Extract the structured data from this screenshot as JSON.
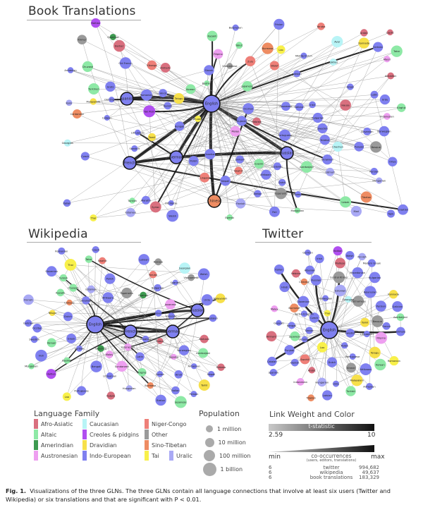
{
  "panels": {
    "book": {
      "title": "Book Translations"
    },
    "wiki": {
      "title": "Wikipedia"
    },
    "twitter": {
      "title": "Twitter"
    }
  },
  "legend": {
    "family_title": "Language Family",
    "families": [
      {
        "key": "AA",
        "label": "Afro-Asiatic",
        "color": "#d9707f"
      },
      {
        "key": "AL",
        "label": "Altaic",
        "color": "#8ee9a6"
      },
      {
        "key": "AM",
        "label": "Amerindian",
        "color": "#3d9a50"
      },
      {
        "key": "AU",
        "label": "Austronesian",
        "color": "#ee9ff0"
      },
      {
        "key": "CA",
        "label": "Caucasian",
        "color": "#b8f4f6"
      },
      {
        "key": "CR",
        "label": "Creoles & pidgins",
        "color": "#b04ff0"
      },
      {
        "key": "DR",
        "label": "Dravidian",
        "color": "#f7e04a"
      },
      {
        "key": "IE",
        "label": "Indo-European",
        "color": "#7f80f0"
      },
      {
        "key": "NC",
        "label": "Niger-Congo",
        "color": "#ee7f78"
      },
      {
        "key": "OT",
        "label": "Other",
        "color": "#9a9a9a"
      },
      {
        "key": "ST",
        "label": "Sino-Tibetan",
        "color": "#ee8c62"
      },
      {
        "key": "TA",
        "label": "Tai",
        "color": "#f8f04a"
      },
      {
        "key": "UR",
        "label": "Uralic",
        "color": "#a9a9f5"
      }
    ],
    "population_title": "Population",
    "population": [
      "1 million",
      "10 million",
      "100 million",
      "1 billion"
    ],
    "link_title": "Link Weight and Color",
    "tstat_label": "t-statistic",
    "tstat_min": "2.59",
    "tstat_max": "10",
    "cooc_min": "min",
    "cooc_max": "max",
    "cooc_label": "co-occurrences",
    "cooc_sub": "(users, editors, translations)",
    "rows": [
      {
        "min": "6",
        "name": "twitter",
        "max": "994,682"
      },
      {
        "min": "6",
        "name": "wikipedia",
        "max": "49,637"
      },
      {
        "min": "6",
        "name": "book translations",
        "max": "183,329"
      }
    ]
  },
  "caption": {
    "label": "Fig. 1.",
    "text": "Visualizations of the three GLNs. The three GLNs contain all language connections that involve at least six users (Twitter and Wikipedia) or six translations and that are significant with P < 0.01."
  },
  "networks": {
    "book": {
      "hubs": [
        {
          "label": "English",
          "family": "IE"
        },
        {
          "label": "Russian",
          "family": "IE"
        },
        {
          "label": "French",
          "family": "IE"
        },
        {
          "label": "German",
          "family": "IE"
        },
        {
          "label": "Spanish",
          "family": "IE"
        },
        {
          "label": "Chinese",
          "family": "ST"
        }
      ],
      "nodes": [
        [
          "Italian",
          "IE"
        ],
        [
          "Japanese",
          "AL"
        ],
        [
          "Swedish",
          "IE"
        ],
        [
          "Dutch",
          "IE"
        ],
        [
          "Polish",
          "IE"
        ],
        [
          "Czech",
          "IE"
        ],
        [
          "Hungarian",
          "UR"
        ],
        [
          "Finnish",
          "UR"
        ],
        [
          "Portuguese",
          "IE"
        ],
        [
          "Latin",
          "IE"
        ],
        [
          "Greek",
          "IE"
        ],
        [
          "Danish",
          "IE"
        ],
        [
          "Norwegian",
          "IE"
        ],
        [
          "Arabic",
          "AA"
        ],
        [
          "Hebrew",
          "AA"
        ],
        [
          "Turkish",
          "AL"
        ],
        [
          "Korean",
          "AL"
        ],
        [
          "Hindi",
          "IE"
        ],
        [
          "Bengali",
          "IE"
        ],
        [
          "Marathi",
          "IE"
        ],
        [
          "Punjabi",
          "IE"
        ],
        [
          "Gujarati",
          "IE"
        ],
        [
          "Urdu",
          "IE"
        ],
        [
          "Tamil",
          "DR"
        ],
        [
          "Telugu",
          "DR"
        ],
        [
          "Kannada",
          "DR"
        ],
        [
          "Malayalam",
          "DR"
        ],
        [
          "Thai",
          "TA"
        ],
        [
          "Lao",
          "TA"
        ],
        [
          "Burmese",
          "ST"
        ],
        [
          "Tibetan",
          "ST"
        ],
        [
          "Persian",
          "IE"
        ],
        [
          "Armenian",
          "IE"
        ],
        [
          "Georgian",
          "CA"
        ],
        [
          "Bulgarian",
          "IE"
        ],
        [
          "Romanian",
          "IE"
        ],
        [
          "Catalan",
          "IE"
        ],
        [
          "Basque",
          "OT"
        ],
        [
          "Estonian",
          "UR"
        ],
        [
          "Latvian",
          "IE"
        ],
        [
          "Lithuanian",
          "IE"
        ],
        [
          "Ukrainian",
          "IE"
        ],
        [
          "Belarusian",
          "IE"
        ],
        [
          "Serbian",
          "IE"
        ],
        [
          "Croatian",
          "IE"
        ],
        [
          "Slovak",
          "IE"
        ],
        [
          "Slovenian",
          "IE"
        ],
        [
          "Icelandic",
          "IE"
        ],
        [
          "Irish",
          "IE"
        ],
        [
          "Welsh",
          "IE"
        ],
        [
          "Esperanto",
          "OT"
        ],
        [
          "Sanskrit",
          "IE"
        ],
        [
          "Malay",
          "AU"
        ],
        [
          "Indonesian",
          "AU"
        ],
        [
          "Filipino",
          "AU"
        ],
        [
          "Swahili",
          "NC"
        ],
        [
          "Yoruba",
          "NC"
        ],
        [
          "Zulu",
          "NC"
        ],
        [
          "Amharic",
          "AA"
        ],
        [
          "Kazakh",
          "AL"
        ],
        [
          "Uzbek",
          "AL"
        ],
        [
          "Mongolian",
          "AL"
        ],
        [
          "Yiddish",
          "IE"
        ],
        [
          "Quechua",
          "AM"
        ],
        [
          "Haitian",
          "CR"
        ],
        [
          "Maori",
          "AU"
        ],
        [
          "Tok Pisin",
          "CR"
        ],
        [
          "Ossetian",
          "IE"
        ],
        [
          "Chuvash",
          "AL"
        ],
        [
          "Tatar",
          "AL"
        ],
        [
          "Yakut",
          "AL"
        ],
        [
          "Ewenki",
          "AL"
        ],
        [
          "Bashkir",
          "AL"
        ],
        [
          "Komi",
          "UR"
        ],
        [
          "Udmurt",
          "UR"
        ],
        [
          "Mari",
          "UR"
        ],
        [
          "Evenki",
          "AL"
        ],
        [
          "Kirghiz",
          "AL"
        ],
        [
          "Tajik",
          "IE"
        ],
        [
          "Turkmen",
          "AL"
        ],
        [
          "Azerbaijani",
          "AL"
        ],
        [
          "Abkhaz",
          "CA"
        ],
        [
          "Avar",
          "CA"
        ],
        [
          "Chechen",
          "CA"
        ],
        [
          "Occitan",
          "IE"
        ],
        [
          "Breton",
          "IE"
        ],
        [
          "Galician",
          "IE"
        ],
        [
          "Provençal",
          "IE"
        ],
        [
          "Old Norse",
          "IE"
        ],
        [
          "Old English",
          "IE"
        ],
        [
          "Old French",
          "IE"
        ],
        [
          "Middle Dutch",
          "IE"
        ],
        [
          "Frisian",
          "IE"
        ],
        [
          "Scots",
          "IE"
        ],
        [
          "Afrikaans",
          "IE"
        ],
        [
          "Wolof",
          "NC"
        ],
        [
          "Kikongo",
          "NC"
        ],
        [
          "Lingala",
          "NC"
        ],
        [
          "Hausa",
          "AA"
        ],
        [
          "Berber",
          "AA"
        ],
        [
          "Coptic",
          "AA"
        ],
        [
          "Syriac",
          "AA"
        ],
        [
          "Akkadian",
          "AA"
        ],
        [
          "Cantonese",
          "ST"
        ],
        [
          "Vietnamese",
          "OT"
        ],
        [
          "Khmer",
          "OT"
        ],
        [
          "Nepali",
          "IE"
        ],
        [
          "Sinhala",
          "IE"
        ],
        [
          "Pali",
          "IE"
        ],
        [
          "Oriya",
          "IE"
        ],
        [
          "Assamese",
          "IE"
        ],
        [
          "Zhuang",
          "TA"
        ]
      ]
    },
    "wiki": {
      "hubs": [
        {
          "label": "English",
          "family": "IE"
        },
        {
          "label": "German",
          "family": "IE"
        },
        {
          "label": "French",
          "family": "IE"
        },
        {
          "label": "Russian",
          "family": "IE"
        }
      ],
      "nodes": [
        [
          "Spanish",
          "IE"
        ],
        [
          "Italian",
          "IE"
        ],
        [
          "Chinese",
          "ST"
        ],
        [
          "Japanese",
          "AL"
        ],
        [
          "Dutch",
          "IE"
        ],
        [
          "Polish",
          "IE"
        ],
        [
          "Swedish",
          "IE"
        ],
        [
          "Portuguese",
          "IE"
        ],
        [
          "Norwegian",
          "IE"
        ],
        [
          "Finnish",
          "UR"
        ],
        [
          "Hungarian",
          "UR"
        ],
        [
          "Czech",
          "IE"
        ],
        [
          "Danish",
          "IE"
        ],
        [
          "Catalan",
          "IE"
        ],
        [
          "Esperanto",
          "OT"
        ],
        [
          "Ukrainian",
          "IE"
        ],
        [
          "Turkish",
          "AL"
        ],
        [
          "Korean",
          "AL"
        ],
        [
          "Arabic",
          "AA"
        ],
        [
          "Hebrew",
          "AA"
        ],
        [
          "Persian",
          "IE"
        ],
        [
          "Hindi",
          "IE"
        ],
        [
          "Bengali",
          "IE"
        ],
        [
          "Tamil",
          "DR"
        ],
        [
          "Telugu",
          "DR"
        ],
        [
          "Malayalam",
          "DR"
        ],
        [
          "Thai",
          "TA"
        ],
        [
          "Lao",
          "TA"
        ],
        [
          "Indonesian",
          "AU"
        ],
        [
          "Malay",
          "AU"
        ],
        [
          "Tagalog",
          "AU"
        ],
        [
          "Vietnamese",
          "OT"
        ],
        [
          "Romanian",
          "IE"
        ],
        [
          "Bulgarian",
          "IE"
        ],
        [
          "Serbian",
          "IE"
        ],
        [
          "Croatian",
          "IE"
        ],
        [
          "Slovak",
          "IE"
        ],
        [
          "Slovenian",
          "IE"
        ],
        [
          "Lithuanian",
          "IE"
        ],
        [
          "Latvian",
          "IE"
        ],
        [
          "Estonian",
          "UR"
        ],
        [
          "Greek",
          "IE"
        ],
        [
          "Armenian",
          "IE"
        ],
        [
          "Georgian",
          "CA"
        ],
        [
          "Azerbaijani",
          "AL"
        ],
        [
          "Kazakh",
          "AL"
        ],
        [
          "Tatar",
          "AL"
        ],
        [
          "Bashkir",
          "AL"
        ],
        [
          "Chuvash",
          "AL"
        ],
        [
          "Kirghiz",
          "AL"
        ],
        [
          "Mongolian",
          "AL"
        ],
        [
          "Icelandic",
          "IE"
        ],
        [
          "Irish",
          "IE"
        ],
        [
          "Welsh",
          "IE"
        ],
        [
          "Breton",
          "IE"
        ],
        [
          "Basque",
          "OT"
        ],
        [
          "Galician",
          "IE"
        ],
        [
          "Occitan",
          "IE"
        ],
        [
          "Afrikaans",
          "IE"
        ],
        [
          "Swahili",
          "NC"
        ],
        [
          "Yoruba",
          "NC"
        ],
        [
          "Amharic",
          "AA"
        ],
        [
          "Kabyle",
          "AA"
        ],
        [
          "Quechua",
          "AM"
        ],
        [
          "Guarani",
          "AM"
        ],
        [
          "Haitian",
          "CR"
        ],
        [
          "Sundanese",
          "AU"
        ],
        [
          "Javanese",
          "AU"
        ],
        [
          "Burmese",
          "ST"
        ],
        [
          "Nepali",
          "IE"
        ],
        [
          "Urdu",
          "IE"
        ],
        [
          "Latin",
          "IE"
        ]
      ]
    },
    "twitter": {
      "hubs": [
        {
          "label": "English",
          "family": "IE"
        }
      ],
      "nodes": [
        [
          "Tibetan",
          "ST"
        ],
        [
          "Gujarati",
          "IE"
        ],
        [
          "Modern Greek",
          "IE"
        ],
        [
          "Ukrainian",
          "IE"
        ],
        [
          "Belarusian",
          "IE"
        ],
        [
          "Japanese",
          "AL"
        ],
        [
          "Armenian",
          "IE"
        ],
        [
          "Chinese",
          "ST"
        ],
        [
          "Punjabi",
          "IE"
        ],
        [
          "Russian",
          "IE"
        ],
        [
          "Georgian",
          "CA"
        ],
        [
          "Bulgarian",
          "IE"
        ],
        [
          "Lao",
          "TA"
        ],
        [
          "Telugu",
          "DR"
        ],
        [
          "Tamil",
          "DR"
        ],
        [
          "Latvian",
          "IE"
        ],
        [
          "Macedonian",
          "IE"
        ],
        [
          "Welsh",
          "IE"
        ],
        [
          "Khmer",
          "OT"
        ],
        [
          "Malayalam",
          "DR"
        ],
        [
          "Kannada",
          "DR"
        ],
        [
          "Amharic",
          "AA"
        ],
        [
          "Thai",
          "TA"
        ],
        [
          "Central Khmer",
          "OT"
        ],
        [
          "Korean",
          "AL"
        ],
        [
          "Turkish",
          "AL"
        ],
        [
          "Azerbaijani",
          "AL"
        ],
        [
          "Burmese",
          "ST"
        ],
        [
          "Hungarian",
          "UR"
        ],
        [
          "Filipino",
          "AU"
        ],
        [
          "Italian",
          "IE"
        ],
        [
          "Slovenian",
          "IE"
        ],
        [
          "Persian",
          "IE"
        ],
        [
          "Vietnamese",
          "OT"
        ],
        [
          "Albanian",
          "IE"
        ],
        [
          "Arabic",
          "AA"
        ],
        [
          "Polish",
          "IE"
        ],
        [
          "Indonesian",
          "AU"
        ],
        [
          "Serbo-Croatian",
          "IE"
        ],
        [
          "Sinhala",
          "IE"
        ],
        [
          "Bengali",
          "IE"
        ],
        [
          "Swedish",
          "IE"
        ],
        [
          "Norwegian",
          "IE"
        ],
        [
          "Irish",
          "IE"
        ],
        [
          "Romanian",
          "TA"
        ],
        [
          "German",
          "IE"
        ],
        [
          "Malay",
          "AU"
        ],
        [
          "Hindi",
          "IE"
        ],
        [
          "Catalan",
          "IE"
        ],
        [
          "French",
          "IE"
        ],
        [
          "Lithuanian",
          "IE"
        ],
        [
          "Portuguese",
          "IE"
        ],
        [
          "Dutch",
          "IE"
        ],
        [
          "Afrikaans",
          "IE"
        ],
        [
          "Urdu",
          "IE"
        ],
        [
          "Maltese",
          "AA"
        ],
        [
          "Spanish",
          "IE"
        ],
        [
          "Basque",
          "OT"
        ],
        [
          "Estonian",
          "UR"
        ],
        [
          "Finnish",
          "UR"
        ],
        [
          "Danish",
          "IE"
        ],
        [
          "Swahili",
          "NC"
        ],
        [
          "Haitian",
          "CR"
        ],
        [
          "Galician",
          "IE"
        ],
        [
          "Hebrew",
          "AA"
        ],
        [
          "Czech",
          "IE"
        ],
        [
          "Slovak",
          "IE"
        ]
      ]
    }
  }
}
